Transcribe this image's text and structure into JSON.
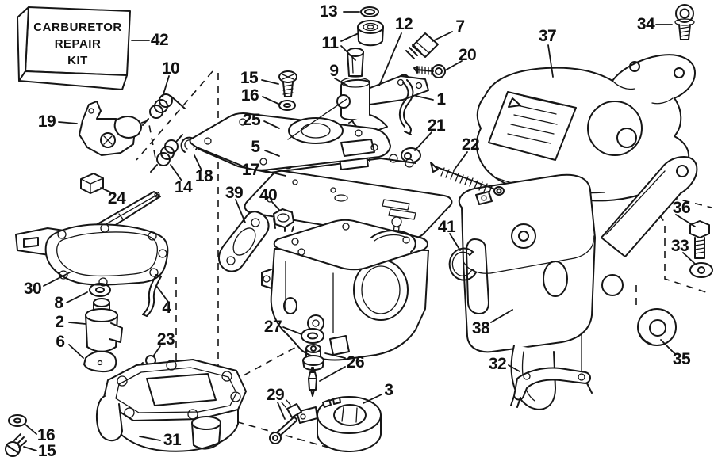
{
  "kit_box": {
    "lines": [
      "CARBURETOR",
      "REPAIR",
      "KIT"
    ]
  },
  "callouts": {
    "c1": "1",
    "c2": "2",
    "c3": "3",
    "c4": "4",
    "c5": "5",
    "c6": "6",
    "c7": "7",
    "c8": "8",
    "c9": "9",
    "c10": "10",
    "c11": "11",
    "c12": "12",
    "c13": "13",
    "c14": "14",
    "c15": "15",
    "c16": "16",
    "c17": "17",
    "c18": "18",
    "c19": "19",
    "c20": "20",
    "c21": "21",
    "c22": "22",
    "c23": "23",
    "c24": "24",
    "c25": "25",
    "c26": "26",
    "c27": "27",
    "c29": "29",
    "c30": "30",
    "c31": "31",
    "c32": "32",
    "c33": "33",
    "c34": "34",
    "c35": "35",
    "c36": "36",
    "c37": "37",
    "c38": "38",
    "c39": "39",
    "c40": "40",
    "c41": "41",
    "c42": "42"
  }
}
